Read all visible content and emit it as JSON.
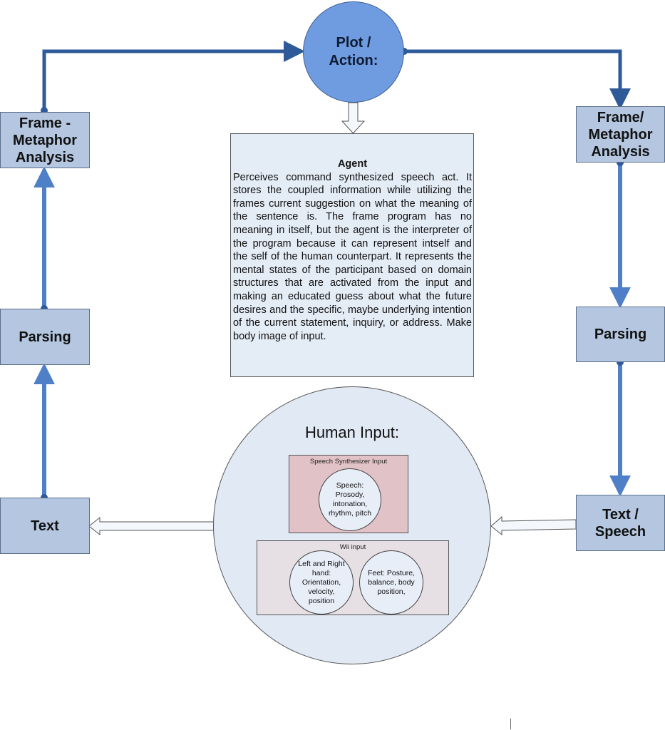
{
  "nodes": {
    "plot_action": "Plot /\nAction:",
    "frame_left": "Frame -\nMetaphor\nAnalysis",
    "parsing_left": "Parsing",
    "text_left": "Text",
    "frame_right": "Frame/\nMetaphor\nAnalysis",
    "parsing_right": "Parsing",
    "text_speech_right": "Text /\nSpeech"
  },
  "agent": {
    "title": "Agent",
    "body": "Perceives command synthesized speech act. It stores the coupled information while utilizing the frames current suggestion on what the meaning of the sentence is. The frame program has no meaning in itself, but the agent is the interpreter of the program because it can represent intself and the self of the human counterpart. It represents the mental states of the participant based on domain structures that are activated from the input and making an educated guess about what the future desires and the specific, maybe underlying intention of the current statement, inquiry, or address. Make body image of input."
  },
  "human_input": {
    "title": "Human Input:",
    "speech_panel": {
      "title": "Speech Synthesizer Input",
      "circle": "Speech:\nProsody,\nintonation,\nrhythm, pitch"
    },
    "wii_panel": {
      "title": "Wii input",
      "hands": "Left and Right\nhand:\nOrientation,\nvelocity,\nposition",
      "feet": "Feet: Posture,\nbalance, body\nposition,"
    }
  },
  "colors": {
    "node_fill": "#b4c6e0",
    "plot_fill": "#6f9be0",
    "thick_arrow": "#2e5a9a",
    "side_arrow": "#4f7fc6",
    "agent_fill": "#e4ecf6",
    "human_fill": "#e1e9f4",
    "speech_panel_fill": "#e1c2c6",
    "wii_panel_fill": "#e6e0e4"
  }
}
